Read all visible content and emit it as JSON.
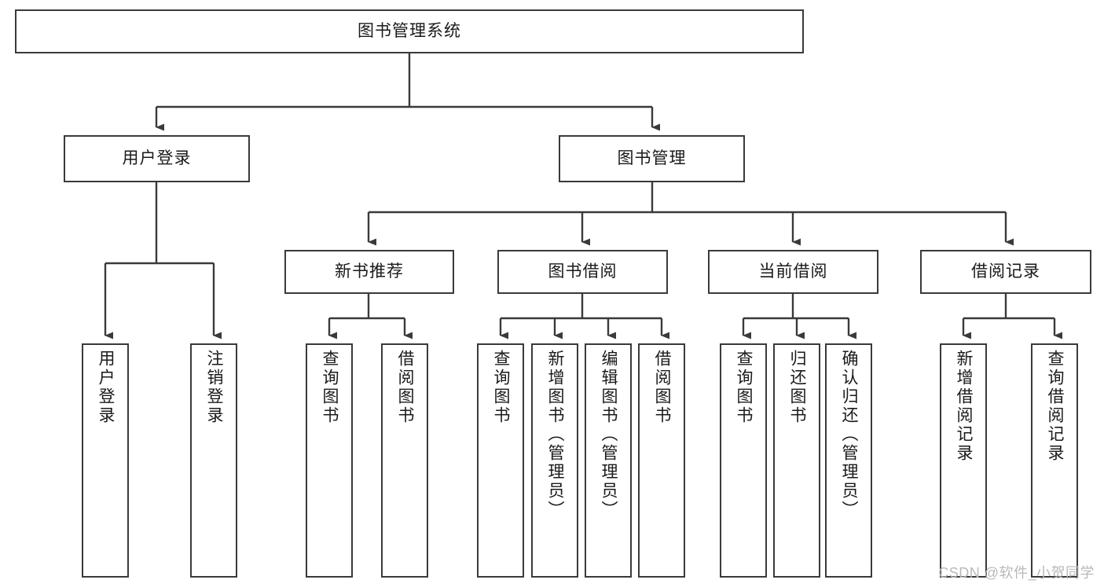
{
  "diagram": {
    "title": "图书管理系统",
    "type": "tree",
    "watermark": "CSDN @软件_小贺同学",
    "colors": {
      "stroke": "#3a3a3a",
      "fill": "#ffffff",
      "text": "#1a1a1a",
      "watermark": "#b9b9b9"
    },
    "levels": {
      "root": {
        "label": "图书管理系统"
      },
      "level1": [
        {
          "label": "用户登录"
        },
        {
          "label": "图书管理"
        }
      ],
      "level2": [
        {
          "label": "新书推荐"
        },
        {
          "label": "图书借阅"
        },
        {
          "label": "当前借阅"
        },
        {
          "label": "借阅记录"
        }
      ]
    },
    "leaves": {
      "user_login": [
        {
          "label": "用户登录"
        },
        {
          "label": "注销登录"
        }
      ],
      "new_book_recommend": [
        {
          "label": "查询图书"
        },
        {
          "label": "借阅图书"
        }
      ],
      "book_borrow": [
        {
          "label": "查询图书"
        },
        {
          "label": "新增图书（管理员）"
        },
        {
          "label": "编辑图书（管理员）"
        },
        {
          "label": "借阅图书"
        }
      ],
      "current_borrow": [
        {
          "label": "查询图书"
        },
        {
          "label": "归还图书"
        },
        {
          "label": "确认归还（管理员）"
        }
      ],
      "borrow_record": [
        {
          "label": "新增借阅记录"
        },
        {
          "label": "查询借阅记录"
        }
      ]
    }
  }
}
